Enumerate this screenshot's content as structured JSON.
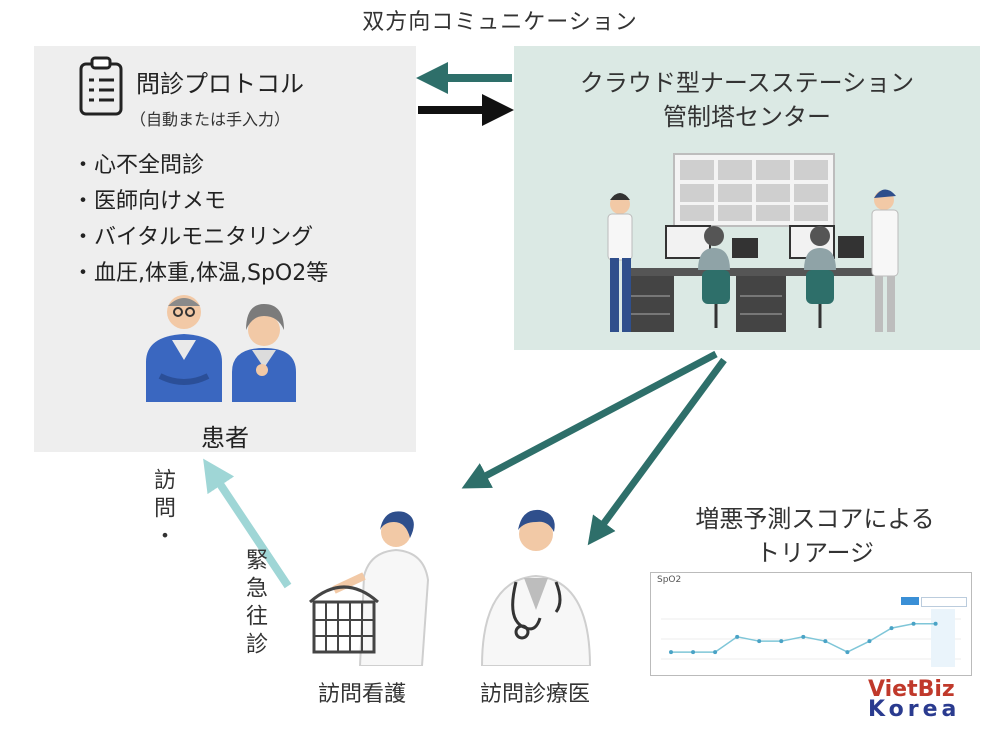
{
  "top_label": "双方向コミュニケーション",
  "left_panel": {
    "title": "問診プロトコル",
    "subtitle": "（自動または手入力）",
    "items": [
      "心不全問診",
      "医師向けメモ",
      "バイタルモニタリング",
      "血圧,体重,体温,SpO2等"
    ],
    "patients_label": "患者"
  },
  "right_panel": {
    "title_line1": "クラウド型ナースステーション",
    "title_line2": "管制塔センター"
  },
  "visit_label_line1": "訪問・",
  "visit_label_line2": "緊急往診",
  "nurse_label": "訪問看護",
  "doctor_label": "訪問診療医",
  "triage": {
    "line1": "増悪予測スコアによる",
    "line2": "トリアージ",
    "chart_title": "SpO2"
  },
  "colors": {
    "left_bg": "#eeeeee",
    "right_bg": "#dbe9e4",
    "teal_arrow": "#2e6f6a",
    "black_arrow": "#111111",
    "light_arrow": "#9fd6d6",
    "logo_red": "#c0392b",
    "logo_blue": "#2a3b8f"
  },
  "logo": {
    "line1": "VietBiz",
    "line2": "Korea"
  },
  "chart_data": {
    "type": "line",
    "title": "SpO2",
    "series": [
      {
        "values": [
          55,
          55,
          55,
          62,
          60,
          60,
          62,
          60,
          55,
          60,
          66,
          68,
          68
        ]
      }
    ]
  }
}
